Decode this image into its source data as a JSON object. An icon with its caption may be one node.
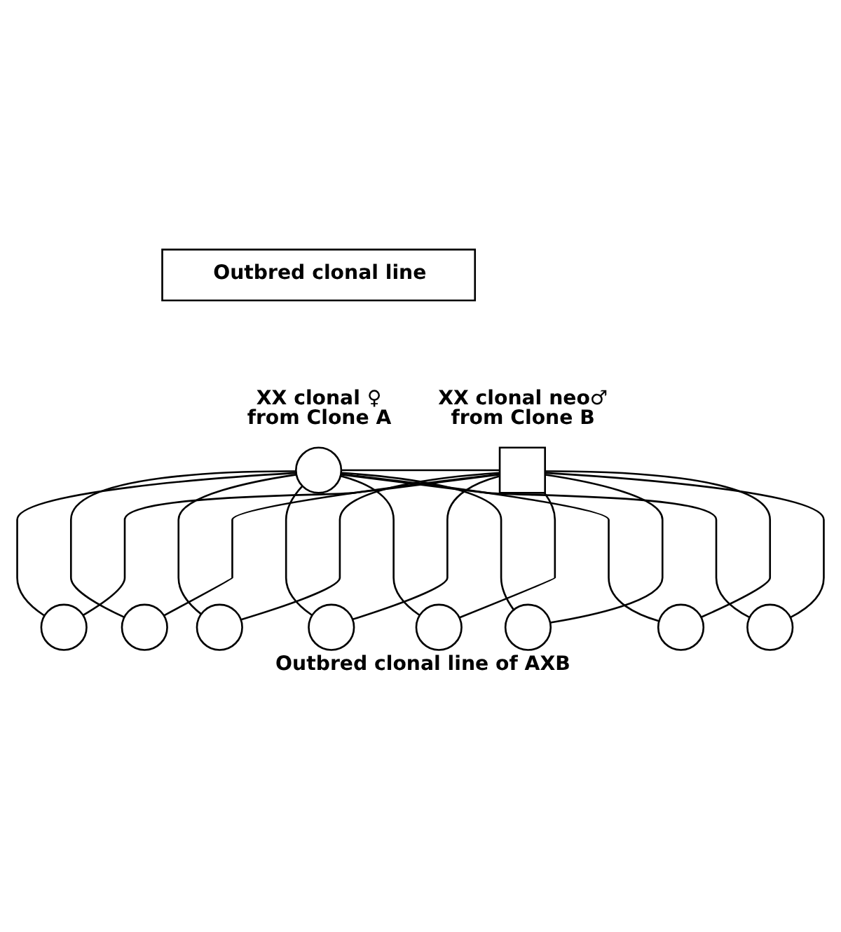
{
  "diagram": {
    "caption": "Outbred clonal line of AXB",
    "nodes": [
      {
        "text": [
          "Outbred clonal line"
        ]
      },
      {
        "text": [],
        "shape": "circle",
        "beside": [
          "XX clonal ♀ from Clone A"
        ]
      },
      {
        "text": [],
        "shape": "box",
        "beside": [
          "XX clonal neo♂ from Clone B"
        ]
      },
      {
        "text": [],
        "shape": "circle"
      },
      {
        "text": [],
        "shape": "circle"
      },
      {
        "text": [],
        "shape": "circle"
      },
      {
        "text": [],
        "shape": "circle"
      },
      {
        "text": [],
        "shape": "circle"
      },
      {
        "text": [],
        "shape": "circle"
      },
      {
        "text": [],
        "shape": "circle"
      },
      {
        "text": [],
        "shape": "circle"
      }
    ],
    "edges": [
      {
        "from": 1,
        "to": 2,
        "arrow": "none"
      },
      {
        "from": 1,
        "to": 3,
        "arrow": "none"
      },
      {
        "from": 1,
        "to": 4,
        "arrow": "none"
      },
      {
        "from": 1,
        "to": 5,
        "arrow": "none"
      },
      {
        "from": 1,
        "to": 6,
        "arrow": "none"
      },
      {
        "from": 1,
        "to": 7,
        "arrow": "none"
      },
      {
        "from": 1,
        "to": 8,
        "arrow": "none"
      },
      {
        "from": 1,
        "to": 9,
        "arrow": "none"
      },
      {
        "from": 1,
        "to": 10,
        "arrow": "none"
      },
      {
        "from": 2,
        "to": 3,
        "arrow": "none"
      },
      {
        "from": 2,
        "to": 4,
        "arrow": "none"
      },
      {
        "from": 2,
        "to": 5,
        "arrow": "none"
      },
      {
        "from": 2,
        "to": 6,
        "arrow": "none"
      },
      {
        "from": 2,
        "to": 7,
        "arrow": "none"
      },
      {
        "from": 2,
        "to": 8,
        "arrow": "none"
      },
      {
        "from": 2,
        "to": 9,
        "arrow": "none"
      },
      {
        "from": 2,
        "to": 10,
        "arrow": "none"
      }
    ]
  }
}
